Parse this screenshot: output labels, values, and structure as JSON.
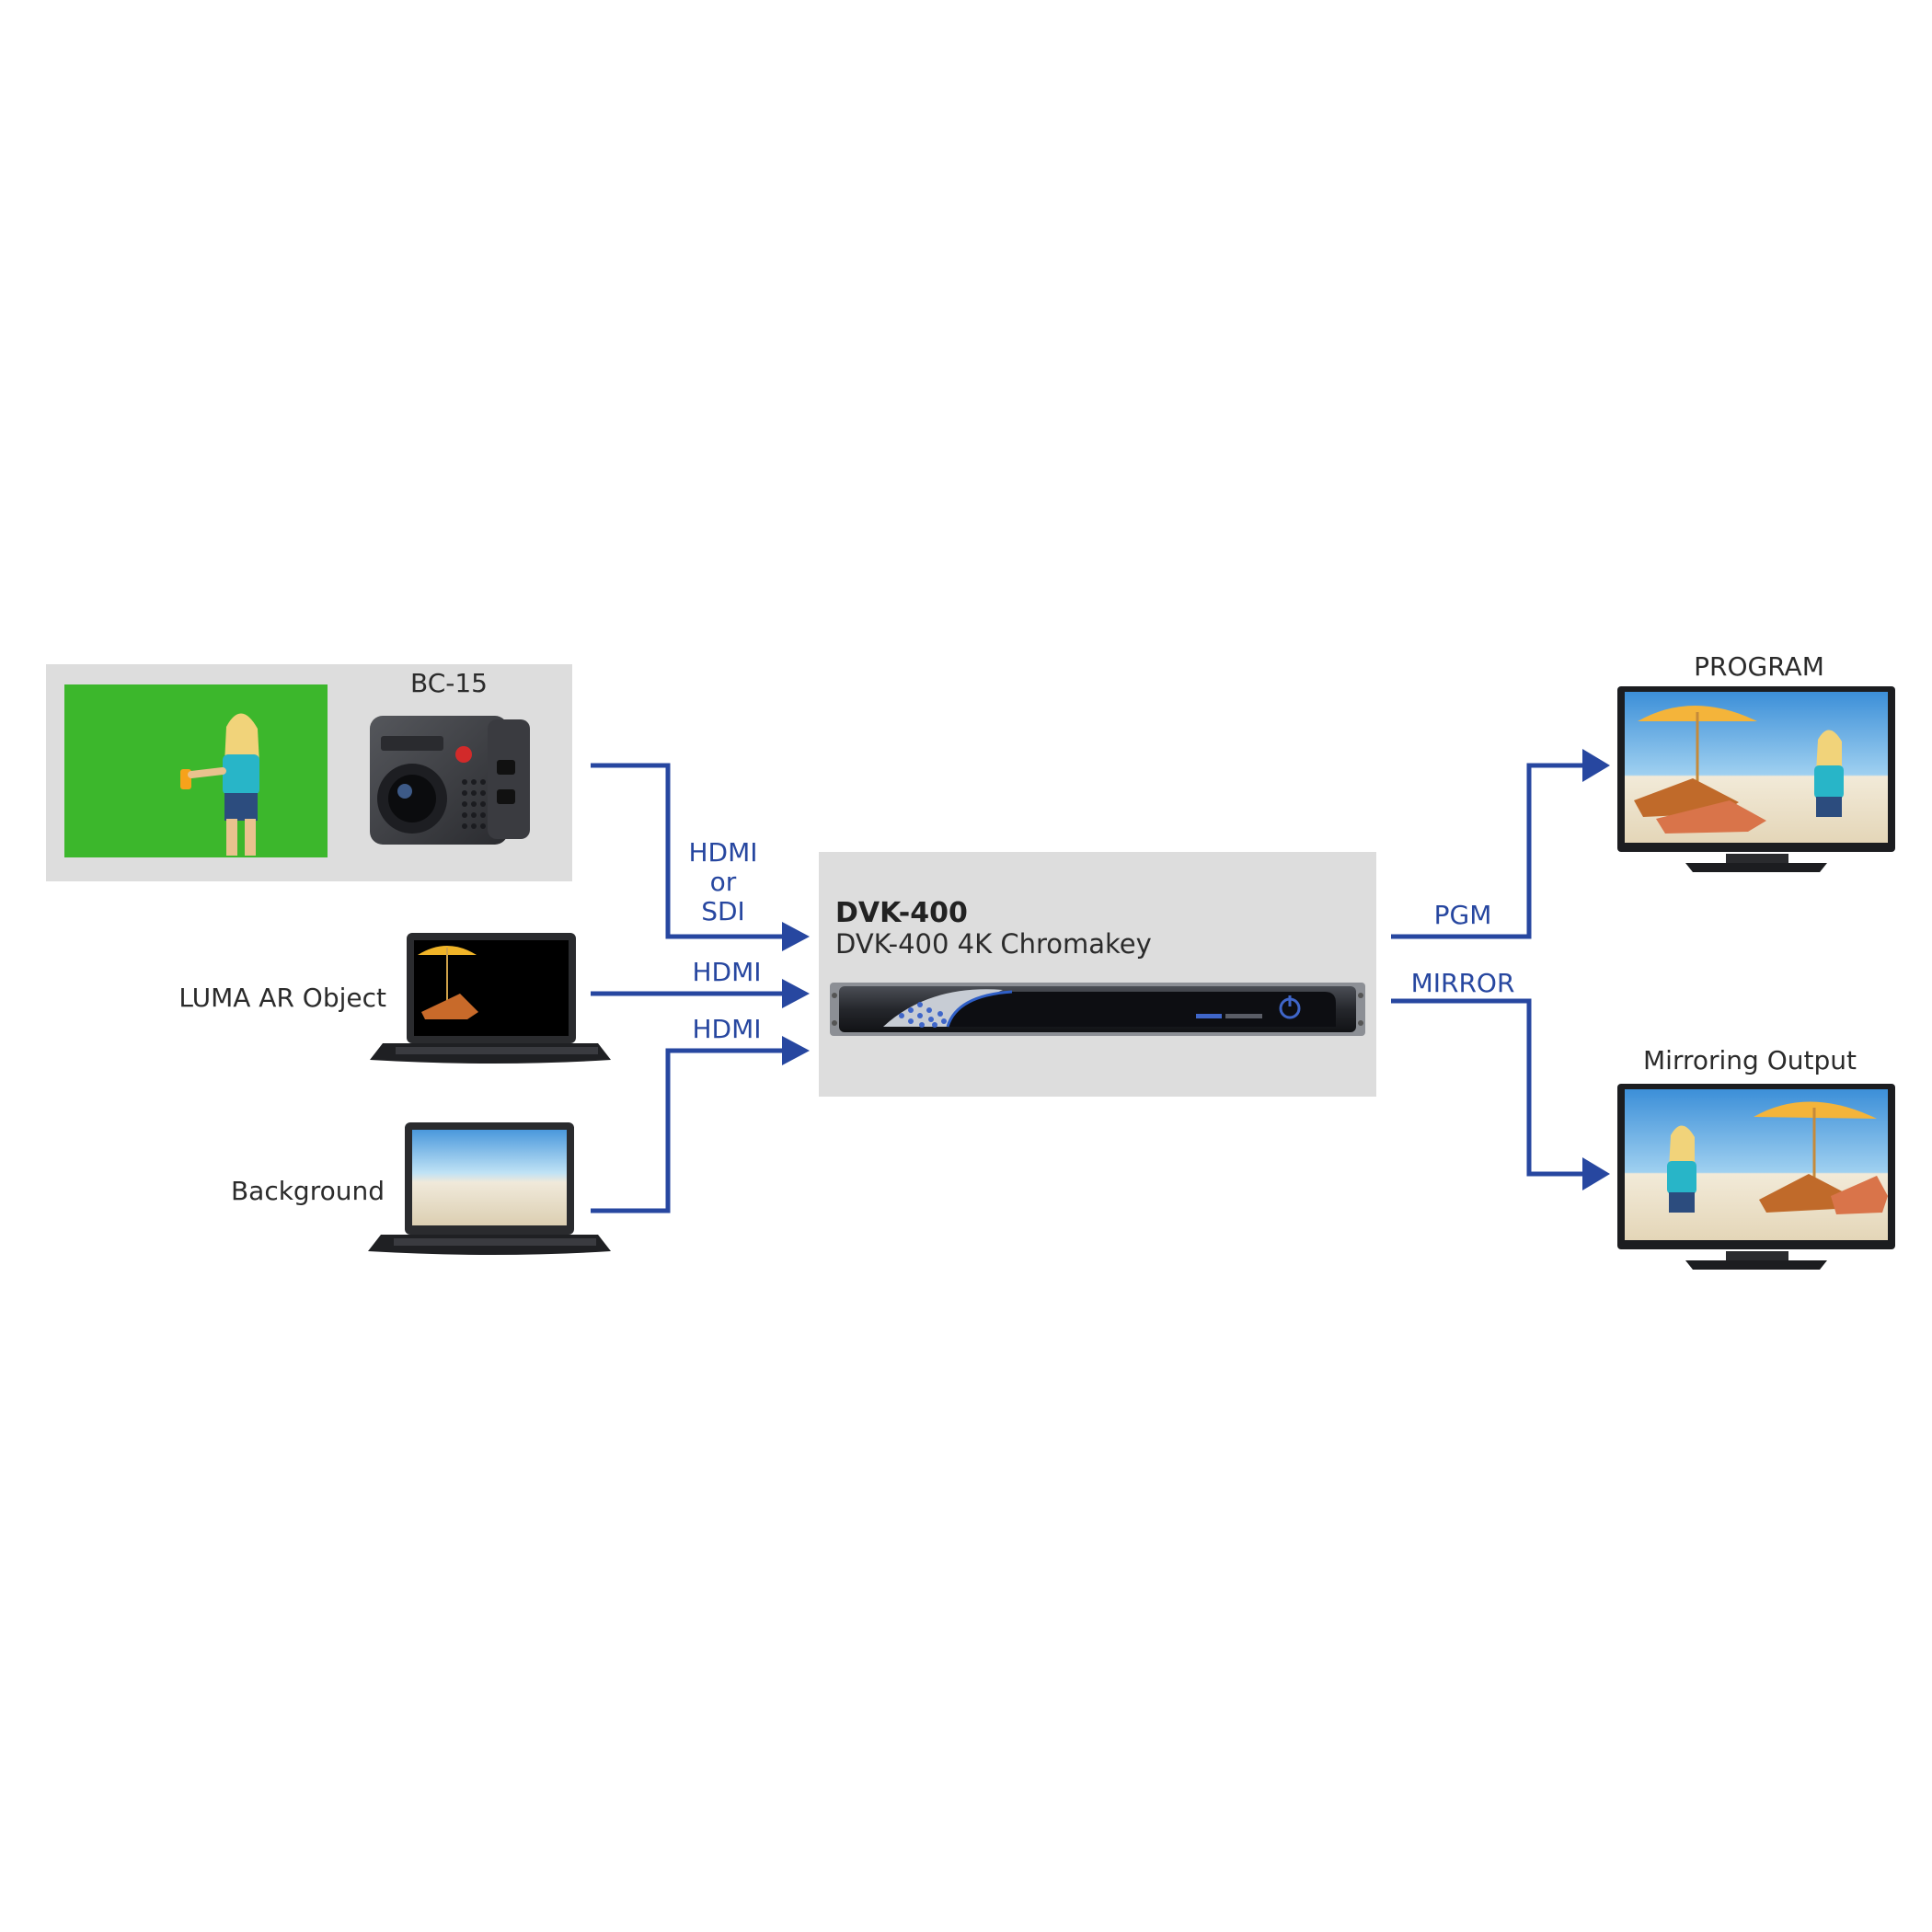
{
  "colors": {
    "connector": "#2747a0",
    "panel": "#dddddd",
    "label_text": "#2b2b2b",
    "link_text": "#2747a0",
    "chroma_green": "#3cb72c"
  },
  "sources": {
    "camera": {
      "label": "BC-15"
    },
    "luma": {
      "label": "LUMA AR Object"
    },
    "background": {
      "label": "Background"
    }
  },
  "device": {
    "title": "DVK-400",
    "subtitle": "DVK-400 4K Chromakey"
  },
  "connections": {
    "input1": {
      "line1": "HDMI",
      "line2": "or",
      "line3": "SDI"
    },
    "input2": "HDMI",
    "input3": "HDMI",
    "output1": "PGM",
    "output2": "MIRROR"
  },
  "outputs": {
    "program": {
      "label": "PROGRAM"
    },
    "mirror": {
      "label": "Mirroring Output"
    }
  },
  "icons": [
    "camera-icon",
    "laptop-icon",
    "rack-unit-icon",
    "tv-icon",
    "power-icon"
  ]
}
